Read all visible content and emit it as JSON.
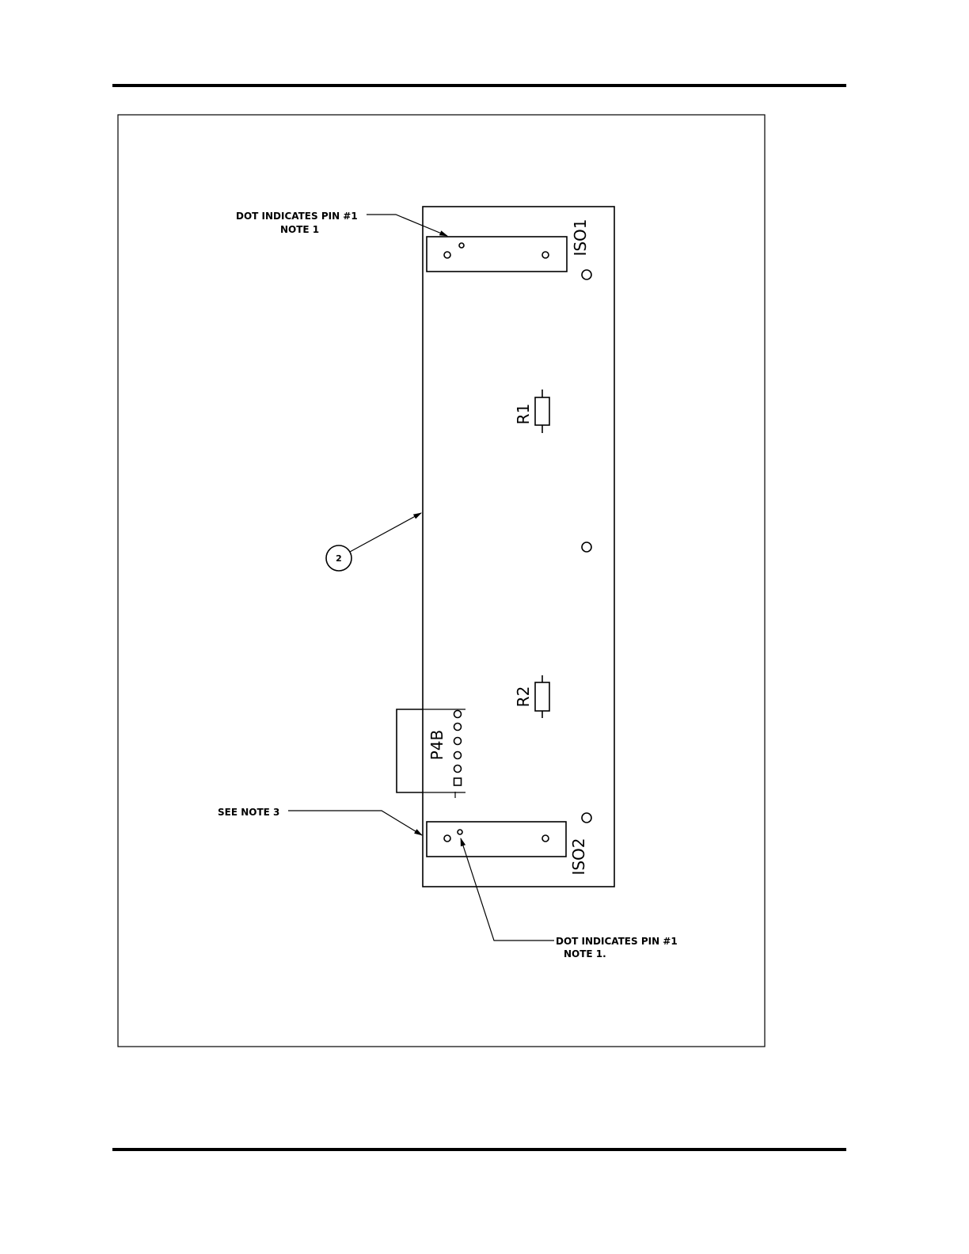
{
  "notes": {
    "iso1_pin1_line1": "DOT INDICATES PIN #1",
    "iso1_pin1_line2": "NOTE 1",
    "iso2_pin1_line1": "DOT INDICATES PIN #1",
    "iso2_pin1_line2": "NOTE 1.",
    "see_note": "SEE NOTE 3"
  },
  "balloon": {
    "item": "2"
  },
  "components": {
    "iso1": "ISO1",
    "iso2": "ISO2",
    "r1": "R1",
    "r2": "R2",
    "p4b": "P4B"
  }
}
